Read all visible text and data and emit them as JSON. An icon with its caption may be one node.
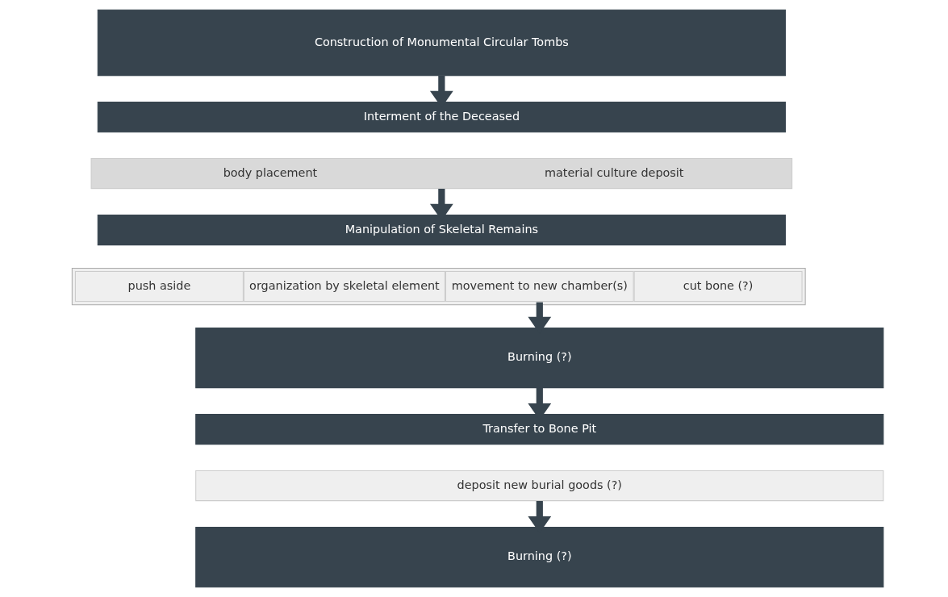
{
  "diagram": {
    "nodes": [
      {
        "text": [
          "Construction of Monumental Circular Tombs"
        ]
      },
      {
        "text": [
          "Interment of the Deceased"
        ]
      },
      {
        "text": [
          "body placement",
          "material culture deposit"
        ]
      },
      {
        "text": [
          "Manipulation of Skeletal Remains"
        ]
      },
      {
        "text": [],
        "shape": "box"
      },
      {
        "text": [
          "push aside"
        ],
        "in": 4
      },
      {
        "text": [
          "organization by skeletal element"
        ],
        "in": 4
      },
      {
        "text": [
          "movement to new chamber(s)"
        ],
        "in": 4
      },
      {
        "text": [
          "cut bone (?)"
        ],
        "in": 4
      },
      {
        "text": [
          "Burning (?)"
        ]
      },
      {
        "text": [
          "Transfer to Bone Pit"
        ]
      },
      {
        "text": [
          "deposit new burial goods (?)"
        ]
      },
      {
        "text": [
          "Burning (?)"
        ]
      }
    ],
    "edges": [
      {
        "from": 0,
        "to": 1,
        "arrow": "to"
      },
      {
        "from": 2,
        "to": 3,
        "arrow": "to"
      },
      {
        "from": 4,
        "to": 9,
        "arrow": "to"
      },
      {
        "from": 9,
        "to": 10,
        "arrow": "to"
      },
      {
        "from": 11,
        "to": 12,
        "arrow": "to"
      }
    ]
  }
}
